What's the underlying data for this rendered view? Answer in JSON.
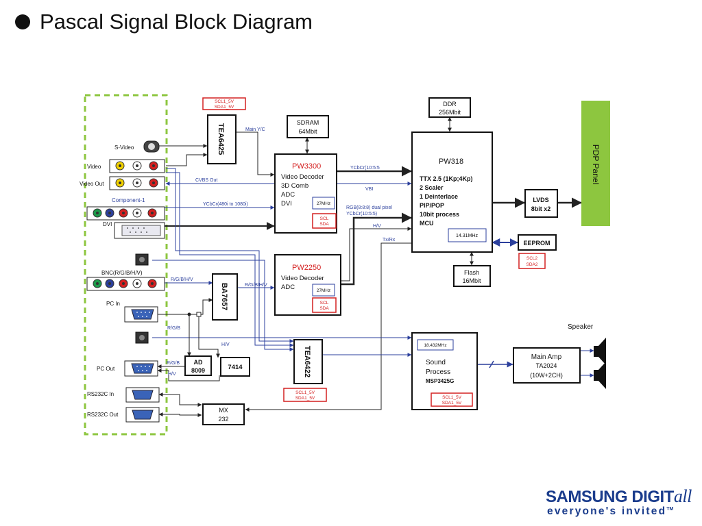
{
  "title": "Pascal Signal Block Diagram",
  "inputs": {
    "s_video": "S-Video",
    "video": "Video",
    "video_out": "Video Out",
    "component": "Component-1",
    "dvi": "DVI",
    "bnc": "BNC(R/G/B/H/V)",
    "pc_in": "PC In",
    "pc_out": "PC Out",
    "rs232c_in": "RS232C In",
    "rs232c_out": "RS232C Out"
  },
  "chips": {
    "tea6425": "TEA6425",
    "sdram_1": "SDRAM",
    "sdram_2": "64Mbit",
    "pw3300": "PW3300",
    "pw3300_lines": [
      "Video Decoder",
      "3D Comb",
      "ADC",
      "DVI"
    ],
    "pw2250": "PW2250",
    "pw2250_lines": [
      "Video Decoder",
      "ADC"
    ],
    "ddr_1": "DDR",
    "ddr_2": "256Mbit",
    "pw318": "PW318",
    "pw318_lines": [
      "TTX 2.5 (1Kp;4Kp)",
      "2 Scaler",
      "1 Deinterlace",
      "PIP/POP",
      "10bit process",
      "MCU"
    ],
    "lvds_1": "LVDS",
    "lvds_2": "8bit x2",
    "eeprom": "EEPROM",
    "flash_1": "Flash",
    "flash_2": "16Mbit",
    "pdp_panel": "PDP Panel",
    "ba7657": "BA7657",
    "ad_1": "AD",
    "ad_2": "8009",
    "ic7414": "7414",
    "tea6422": "TEA6422",
    "mx_1": "MX",
    "mx_2": "232",
    "sound_1": "Sound",
    "sound_2": "Process",
    "sound_3": "MSP3425G",
    "amp_1": "Main Amp",
    "amp_2": "TA2024",
    "amp_3": "(10W+2CH)",
    "speaker": "Speaker"
  },
  "crystals": {
    "pw3300": "27MHz",
    "pw2250": "27MHz",
    "pw318": "14.31MHz",
    "sound": "18.432MHz"
  },
  "bus_labels": {
    "top_1": "SCL1_5V",
    "top_2": "SDA1_5V",
    "pw3300_1": "SCL",
    "pw3300_2": "SDA",
    "pw2250_1": "SCL",
    "pw2250_2": "SDA",
    "tea6422_1": "SCL1_5V",
    "tea6422_2": "SDA1_5V",
    "sound_1": "SCL1_5V",
    "sound_2": "SDA1_5V",
    "eeprom_1": "SCL2",
    "eeprom_2": "SDA2"
  },
  "signals": {
    "main_yc": "Main Y/C",
    "cvbs_out": "CVBS Out",
    "ycbcr_480": "YCbCr(480i to 1080i)",
    "ycbcr_1": "YCbCr(10:5:5",
    "vbi": "VBI",
    "rgb_dual": "RGB(8:8:8) dual pixel",
    "ycbcr_2": "YCbCr(10:5:5)",
    "hv": "H/V",
    "txrx": "Tx/Rx",
    "rgbhv_1": "R/G/B/H/V",
    "rgbhv_2": "R/G/B/H/V",
    "rgb_pc": "R/G/B",
    "rgb_ad": "R/G/B",
    "hv_ad": "H/V",
    "hv_7414": "H/V"
  },
  "brand": {
    "line1_main": "SAMSUNG DIGIT",
    "line1_script": "all",
    "line2": "everyone's invited",
    "tm": "TM"
  },
  "colors": {
    "bus_red": "#d42020",
    "signal_blue": "#2b3f9c",
    "pdp_green": "#8dc63f",
    "dash_green": "#8dc63f"
  }
}
